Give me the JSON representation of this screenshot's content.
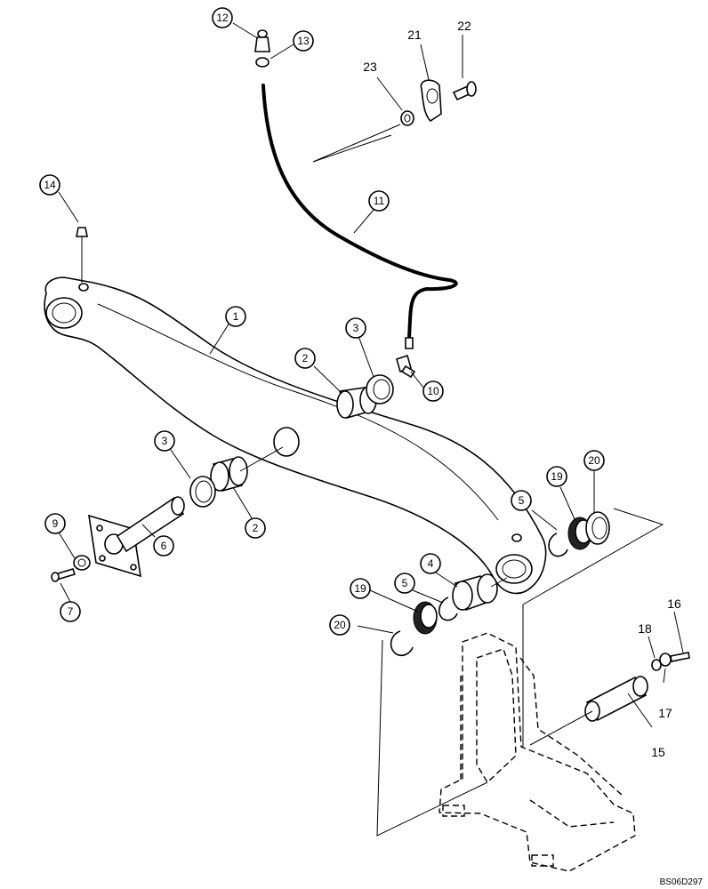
{
  "callouts": [
    {
      "id": "1",
      "label": "1"
    },
    {
      "id": "2a",
      "label": "2"
    },
    {
      "id": "2b",
      "label": "2"
    },
    {
      "id": "3a",
      "label": "3"
    },
    {
      "id": "3b",
      "label": "3"
    },
    {
      "id": "4",
      "label": "4"
    },
    {
      "id": "5a",
      "label": "5"
    },
    {
      "id": "5b",
      "label": "5"
    },
    {
      "id": "6",
      "label": "6"
    },
    {
      "id": "7",
      "label": "7"
    },
    {
      "id": "9",
      "label": "9"
    },
    {
      "id": "10",
      "label": "10"
    },
    {
      "id": "11",
      "label": "11"
    },
    {
      "id": "12",
      "label": "12"
    },
    {
      "id": "13",
      "label": "13"
    },
    {
      "id": "14",
      "label": "14"
    },
    {
      "id": "19a",
      "label": "19"
    },
    {
      "id": "19b",
      "label": "19"
    },
    {
      "id": "20a",
      "label": "20"
    },
    {
      "id": "20b",
      "label": "20"
    }
  ],
  "free_labels": [
    {
      "id": "15",
      "label": "15"
    },
    {
      "id": "16",
      "label": "16"
    },
    {
      "id": "17",
      "label": "17"
    },
    {
      "id": "18",
      "label": "18"
    },
    {
      "id": "21",
      "label": "21"
    },
    {
      "id": "22",
      "label": "22"
    },
    {
      "id": "23",
      "label": "23"
    }
  ],
  "reference_code": "BS06D297"
}
